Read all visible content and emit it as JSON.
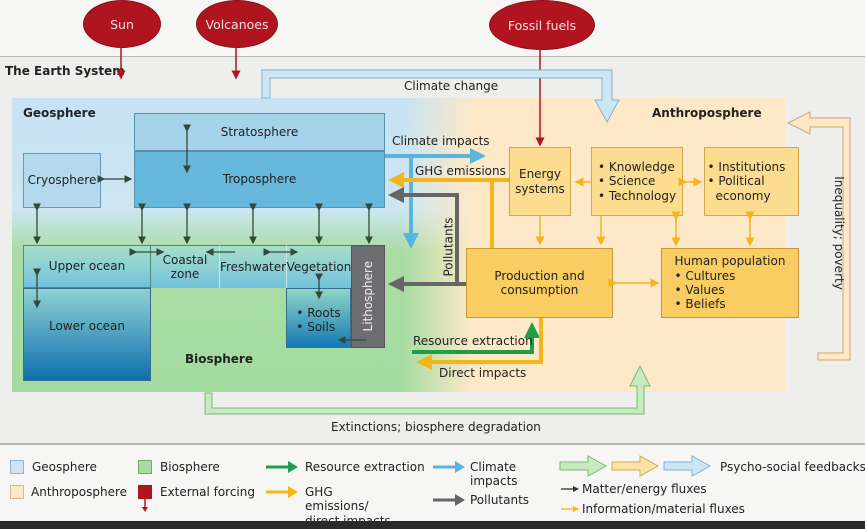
{
  "external_forcing": {
    "sun": "Sun",
    "volcanoes": "Volcanoes",
    "fossil_fuels": "Fossil fuels"
  },
  "system_title": "The Earth System",
  "geosphere": {
    "title": "Geosphere",
    "stratosphere": "Stratosphere",
    "troposphere": "Troposphere",
    "cryosphere": "Cryosphere",
    "upper_ocean": "Upper ocean",
    "lower_ocean": "Lower ocean",
    "coastal_zone": "Coastal zone",
    "freshwater": "Freshwater",
    "vegetation": "Vegetation",
    "roots_soils": [
      "Roots",
      "Soils"
    ],
    "lithosphere": "Lithosphere"
  },
  "biosphere": {
    "title": "Biosphere"
  },
  "anthroposphere": {
    "title": "Anthroposphere",
    "energy_systems": "Energy systems",
    "knowledge": [
      "Knowledge",
      "Science",
      "Technology"
    ],
    "institutions": [
      "Institutions",
      "Political economy"
    ],
    "production": "Production and consumption",
    "human_population": {
      "title": "Human population",
      "items": [
        "Cultures",
        "Values",
        "Beliefs"
      ]
    }
  },
  "flows": {
    "climate_change": "Climate change",
    "climate_impacts": "Climate impacts",
    "ghg_emissions": "GHG emissions",
    "pollutants": "Pollutants",
    "resource_extraction": "Resource extraction",
    "direct_impacts": "Direct impacts",
    "inequality": "Inequality; poverty",
    "extinctions": "Extinctions; biosphere degradation"
  },
  "legend": {
    "geosphere": "Geosphere",
    "anthroposphere": "Anthroposphere",
    "biosphere": "Biosphere",
    "external_forcing": "External forcing",
    "resource_extraction": "Resource extraction",
    "ghg_direct": "GHG emissions/ direct impacts",
    "climate_impacts": "Climate impacts",
    "pollutants": "Pollutants",
    "psycho_social": "Psycho-social feedbacks",
    "matter_energy": "Matter/energy fluxes",
    "information_material": "Information/material fluxes"
  },
  "colors": {
    "forcing": "#b0141e",
    "resource_extraction": "#1f9d4a",
    "ghg": "#f2b51c",
    "climate_impacts": "#5ab4dc",
    "pollutants": "#666666",
    "geosphere": "#cfe5f3",
    "biosphere": "#a8dca0",
    "anthroposphere": "#fde9c8"
  }
}
